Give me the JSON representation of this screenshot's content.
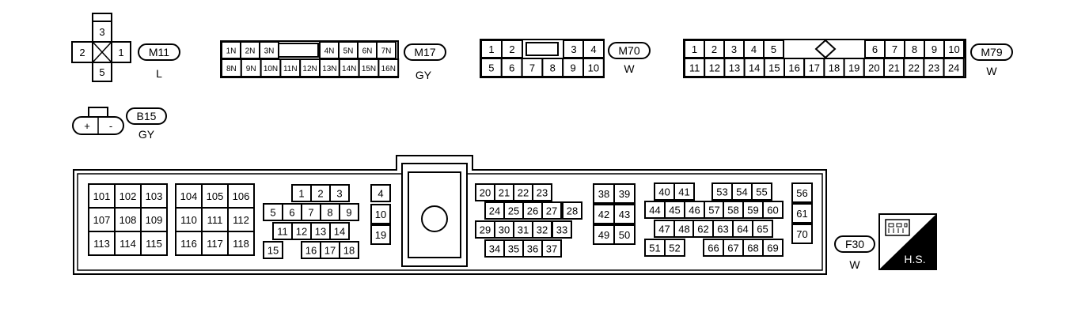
{
  "connectors": {
    "m11": {
      "id": "M11",
      "color": "L",
      "pins": [
        "3",
        "2",
        "1",
        "5"
      ]
    },
    "m17": {
      "id": "M17",
      "color": "GY",
      "row1": [
        "1N",
        "2N",
        "3N",
        "4N",
        "5N",
        "6N",
        "7N"
      ],
      "row2": [
        "8N",
        "9N",
        "10N",
        "11N",
        "12N",
        "13N",
        "14N",
        "15N",
        "16N"
      ]
    },
    "m70": {
      "id": "M70",
      "color": "W",
      "row1": [
        "1",
        "2",
        "3",
        "4"
      ],
      "row2": [
        "5",
        "6",
        "7",
        "8",
        "9",
        "10"
      ]
    },
    "m79": {
      "id": "M79",
      "color": "W",
      "row1": [
        "1",
        "2",
        "3",
        "4",
        "5",
        "6",
        "7",
        "8",
        "9",
        "10"
      ],
      "row2": [
        "11",
        "12",
        "13",
        "14",
        "15",
        "16",
        "17",
        "18",
        "19",
        "20",
        "21",
        "22",
        "23",
        "24"
      ]
    },
    "b15": {
      "id": "B15",
      "color": "GY",
      "plus": "+",
      "minus": "-"
    },
    "f30": {
      "id": "F30",
      "color": "W",
      "pins": [
        "101",
        "102",
        "103",
        "104",
        "105",
        "106",
        "107",
        "108",
        "109",
        "110",
        "111",
        "112",
        "113",
        "114",
        "115",
        "116",
        "117",
        "118",
        "1",
        "2",
        "3",
        "4",
        "5",
        "6",
        "7",
        "8",
        "9",
        "10",
        "11",
        "12",
        "13",
        "14",
        "15",
        "16",
        "17",
        "18",
        "19",
        "20",
        "21",
        "22",
        "23",
        "24",
        "25",
        "26",
        "27",
        "28",
        "29",
        "30",
        "31",
        "32",
        "33",
        "34",
        "35",
        "36",
        "37",
        "38",
        "39",
        "42",
        "43",
        "49",
        "50",
        "40",
        "41",
        "53",
        "54",
        "55",
        "44",
        "45",
        "46",
        "57",
        "58",
        "59",
        "60",
        "47",
        "48",
        "62",
        "63",
        "64",
        "65",
        "51",
        "52",
        "66",
        "67",
        "68",
        "69",
        "56",
        "61",
        "70"
      ]
    }
  },
  "badge": {
    "text": "H.S."
  }
}
